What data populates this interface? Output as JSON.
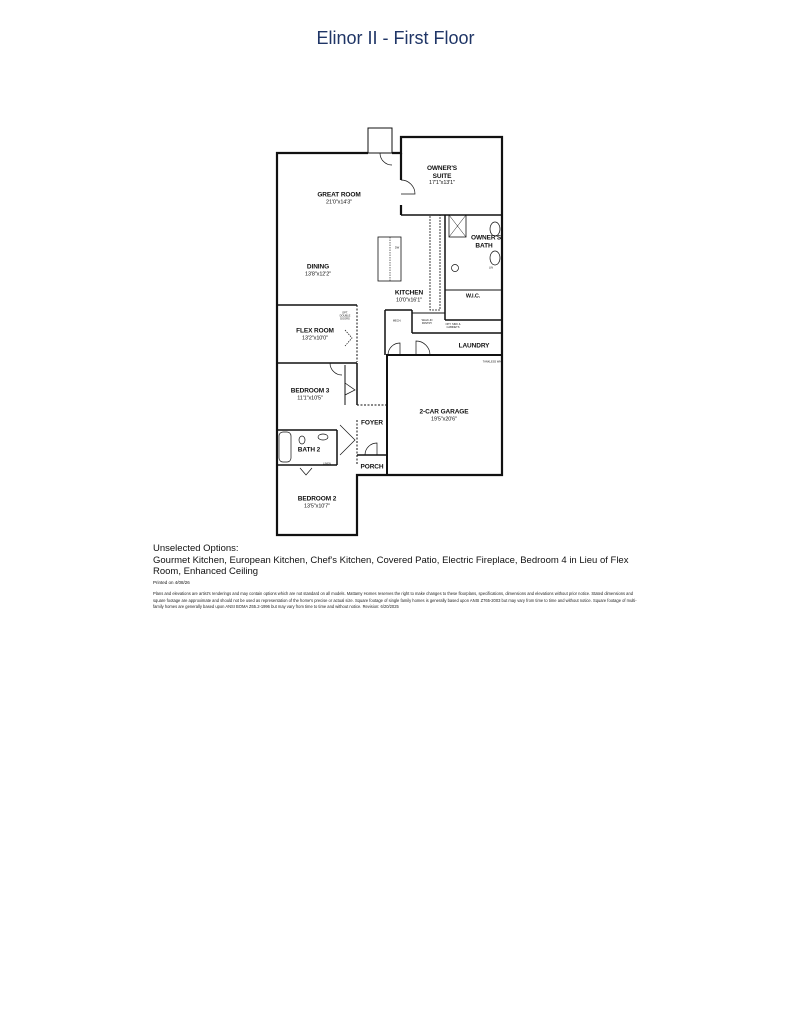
{
  "title": "Elinor II - First Floor",
  "rooms": {
    "great_room": {
      "name": "GREAT ROOM",
      "dim": "21'0\"x14'3\""
    },
    "owners_suite": {
      "name": "OWNER'S SUITE",
      "dim": "17'1\"x13'1\""
    },
    "owners_bath": {
      "name": "OWNER'S BATH"
    },
    "dining": {
      "name": "DINING",
      "dim": "13'8\"x12'2\""
    },
    "kitchen": {
      "name": "KITCHEN",
      "dim": "10'0\"x16'1\""
    },
    "wic": {
      "name": "W.I.C."
    },
    "flex_room": {
      "name": "FLEX ROOM",
      "dim": "13'2\"x10'0\""
    },
    "laundry": {
      "name": "LAUNDRY"
    },
    "bedroom3": {
      "name": "BEDROOM 3",
      "dim": "11'1\"x10'5\""
    },
    "garage": {
      "name": "2-CAR GARAGE",
      "dim": "19'5\"x20'6\""
    },
    "foyer": {
      "name": "FOYER"
    },
    "bath2": {
      "name": "BATH 2"
    },
    "porch": {
      "name": "PORCH"
    },
    "bedroom2": {
      "name": "BEDROOM 2",
      "dim": "13'5\"x10'7\""
    }
  },
  "small_labels": {
    "opt_doors": "OPT. DOUBLE DOORS",
    "mech": "MECH.",
    "pantry": "WALK-IN PANTRY",
    "linen": "LINEN",
    "lin": "LIN",
    "dw": "DW",
    "tankless": "TANKLESS WH",
    "opt_sink": "OPT. SINK & CABINETS"
  },
  "options": {
    "heading": "Unselected Options:",
    "list": "Gourmet Kitchen, European Kitchen, Chef's Kitchen, Covered Patio, Electric Fireplace, Bedroom 4 in Lieu of Flex Room, Enhanced Ceiling"
  },
  "printed": "Printed on 4/08/26",
  "disclaimer": "Plans and elevations are artist's renderings and may contain options which are not standard on all models. Mattamy Homes reserves the right to make changes to these floorplans, specifications, dimensions and elevations without prior notice. Stated dimensions and square footage are approximate and should not be used as representation of the home's precise or actual size. Square footage of single family homes is generally based upon ANSI Z765-2003 but may vary from time to time and without notice. Square footage of multi-family homes are generally based upon ANSI BOMA Z65.2-1996 but may vary from time to time and without notice. Revision: 6/20/2025"
}
